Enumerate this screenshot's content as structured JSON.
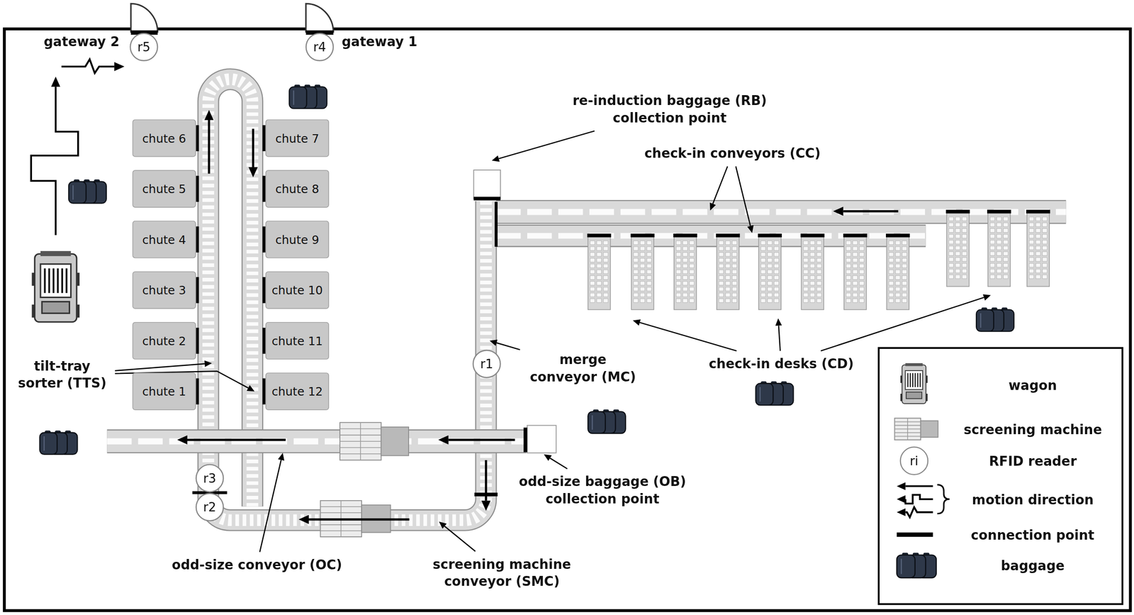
{
  "diagram": {
    "nodes": [
      {
        "text": [
          "r5"
        ]
      },
      {
        "text": [
          "r4"
        ]
      },
      {
        "text": [
          "chute 6"
        ]
      },
      {
        "text": [
          "chute 7"
        ]
      },
      {
        "text": [
          "chute 5"
        ]
      },
      {
        "text": [
          "chute 8"
        ]
      },
      {
        "text": [
          "chute 4"
        ]
      },
      {
        "text": [
          "chute 9"
        ]
      },
      {
        "text": [
          "chute 3"
        ]
      },
      {
        "text": [
          "chute 10"
        ]
      },
      {
        "text": [
          "chute 2"
        ]
      },
      {
        "text": [
          "chute 11"
        ]
      },
      {
        "text": [
          "chute 1"
        ]
      },
      {
        "text": [
          "chute 12"
        ]
      },
      {
        "text": [
          "r1"
        ]
      },
      {
        "text": [
          "r3"
        ]
      },
      {
        "text": [
          "r2"
        ]
      }
    ],
    "labels": [
      "gateway 2",
      "gateway 1",
      "re-induction baggage (RB) collection point",
      "check-in conveyors (CC)",
      "tilt-tray sorter (TTS)",
      "merge conveyor (MC)",
      "check-in desks (CD)",
      "odd-size baggage (OB) collection point",
      "odd-size conveyor (OC)",
      "screening machine conveyor (SMC)",
      "ri"
    ],
    "legend": [
      {
        "text": "wagon"
      },
      {
        "text": "screening machine"
      },
      {
        "text": "RFID reader"
      },
      {
        "text": "motion direction"
      },
      {
        "text": "connection point"
      },
      {
        "text": "baggage"
      }
    ]
  }
}
